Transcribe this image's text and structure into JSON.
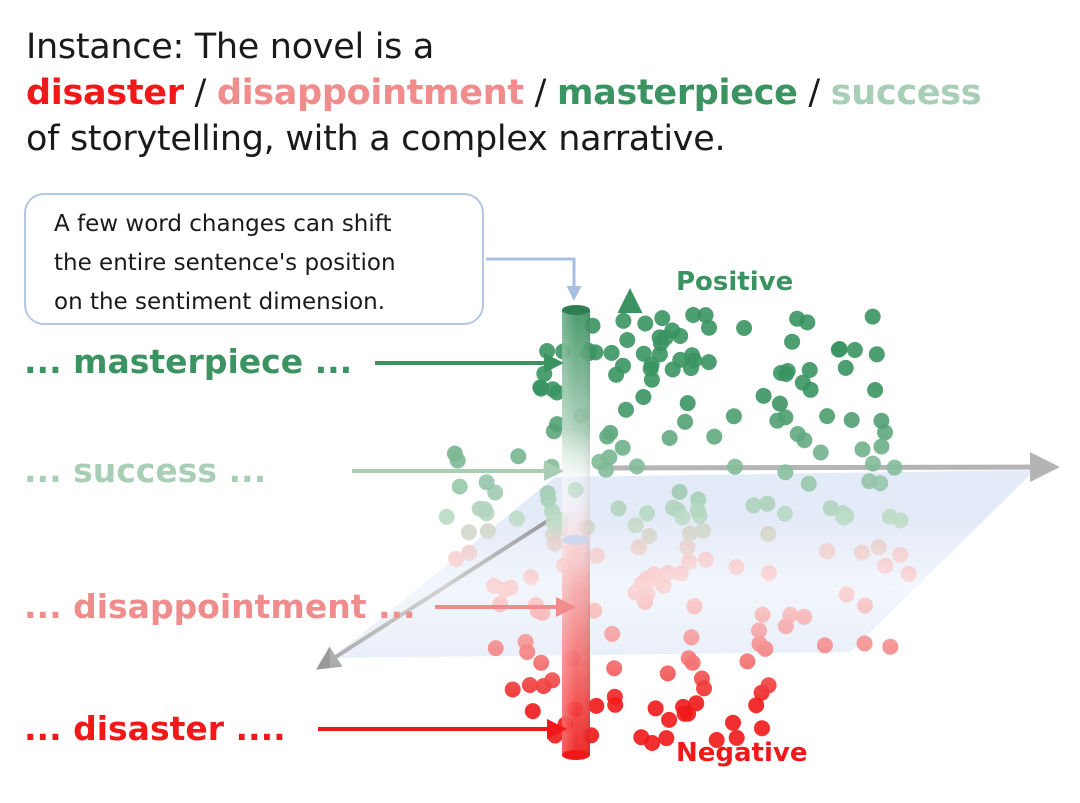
{
  "heading": {
    "prefix": "Instance: The novel is a",
    "word1": "disaster",
    "word2": "disappointment",
    "word3": "masterpiece",
    "word4": "success",
    "separator": "/",
    "suffix": "of storytelling, with a complex narrative."
  },
  "callout": {
    "lines": [
      "A few word changes can shift",
      "the entire sentence's position",
      "on the sentiment dimension."
    ]
  },
  "row_labels": {
    "masterpiece": "... masterpiece ...",
    "success": "... success ...",
    "disappointment": "... disappointment ...",
    "disaster": "... disaster ...."
  },
  "axis_labels": {
    "positive": "Positive",
    "negative": "Negative"
  },
  "colors": {
    "disaster": "#f01818",
    "disappointment": "#f08c8c",
    "masterpiece": "#3a9361",
    "success": "#a8ceb6",
    "callout_border": "#b3c6e4",
    "plane": "#dbe4f5",
    "horizontal_axis": "#b4b4b4"
  }
}
